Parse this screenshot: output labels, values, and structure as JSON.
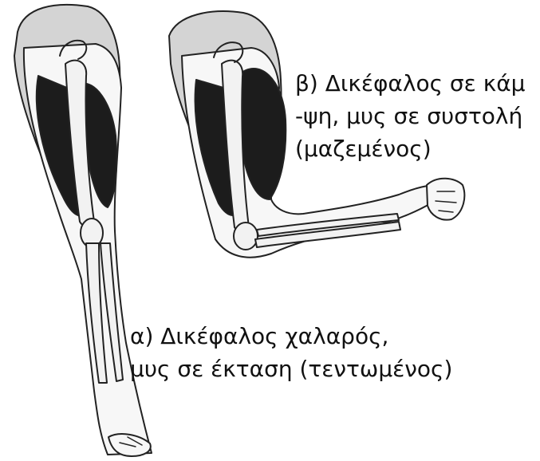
{
  "captions": {
    "flexed": {
      "line1": "β) Δικέφαλος σε κάμ",
      "line2": "-ψη, μυς σε συστολή",
      "line3": "(μαζεμένος)"
    },
    "extended": {
      "line1": "α) Δικέφαλος χαλαρός,",
      "line2": "μυς σε έκταση (τεντωμένος)"
    }
  },
  "colors": {
    "muscle": "#1c1c1c",
    "shoulder": "#d4d4d4",
    "bone": "#f2f2f2",
    "outline": "#222222"
  }
}
